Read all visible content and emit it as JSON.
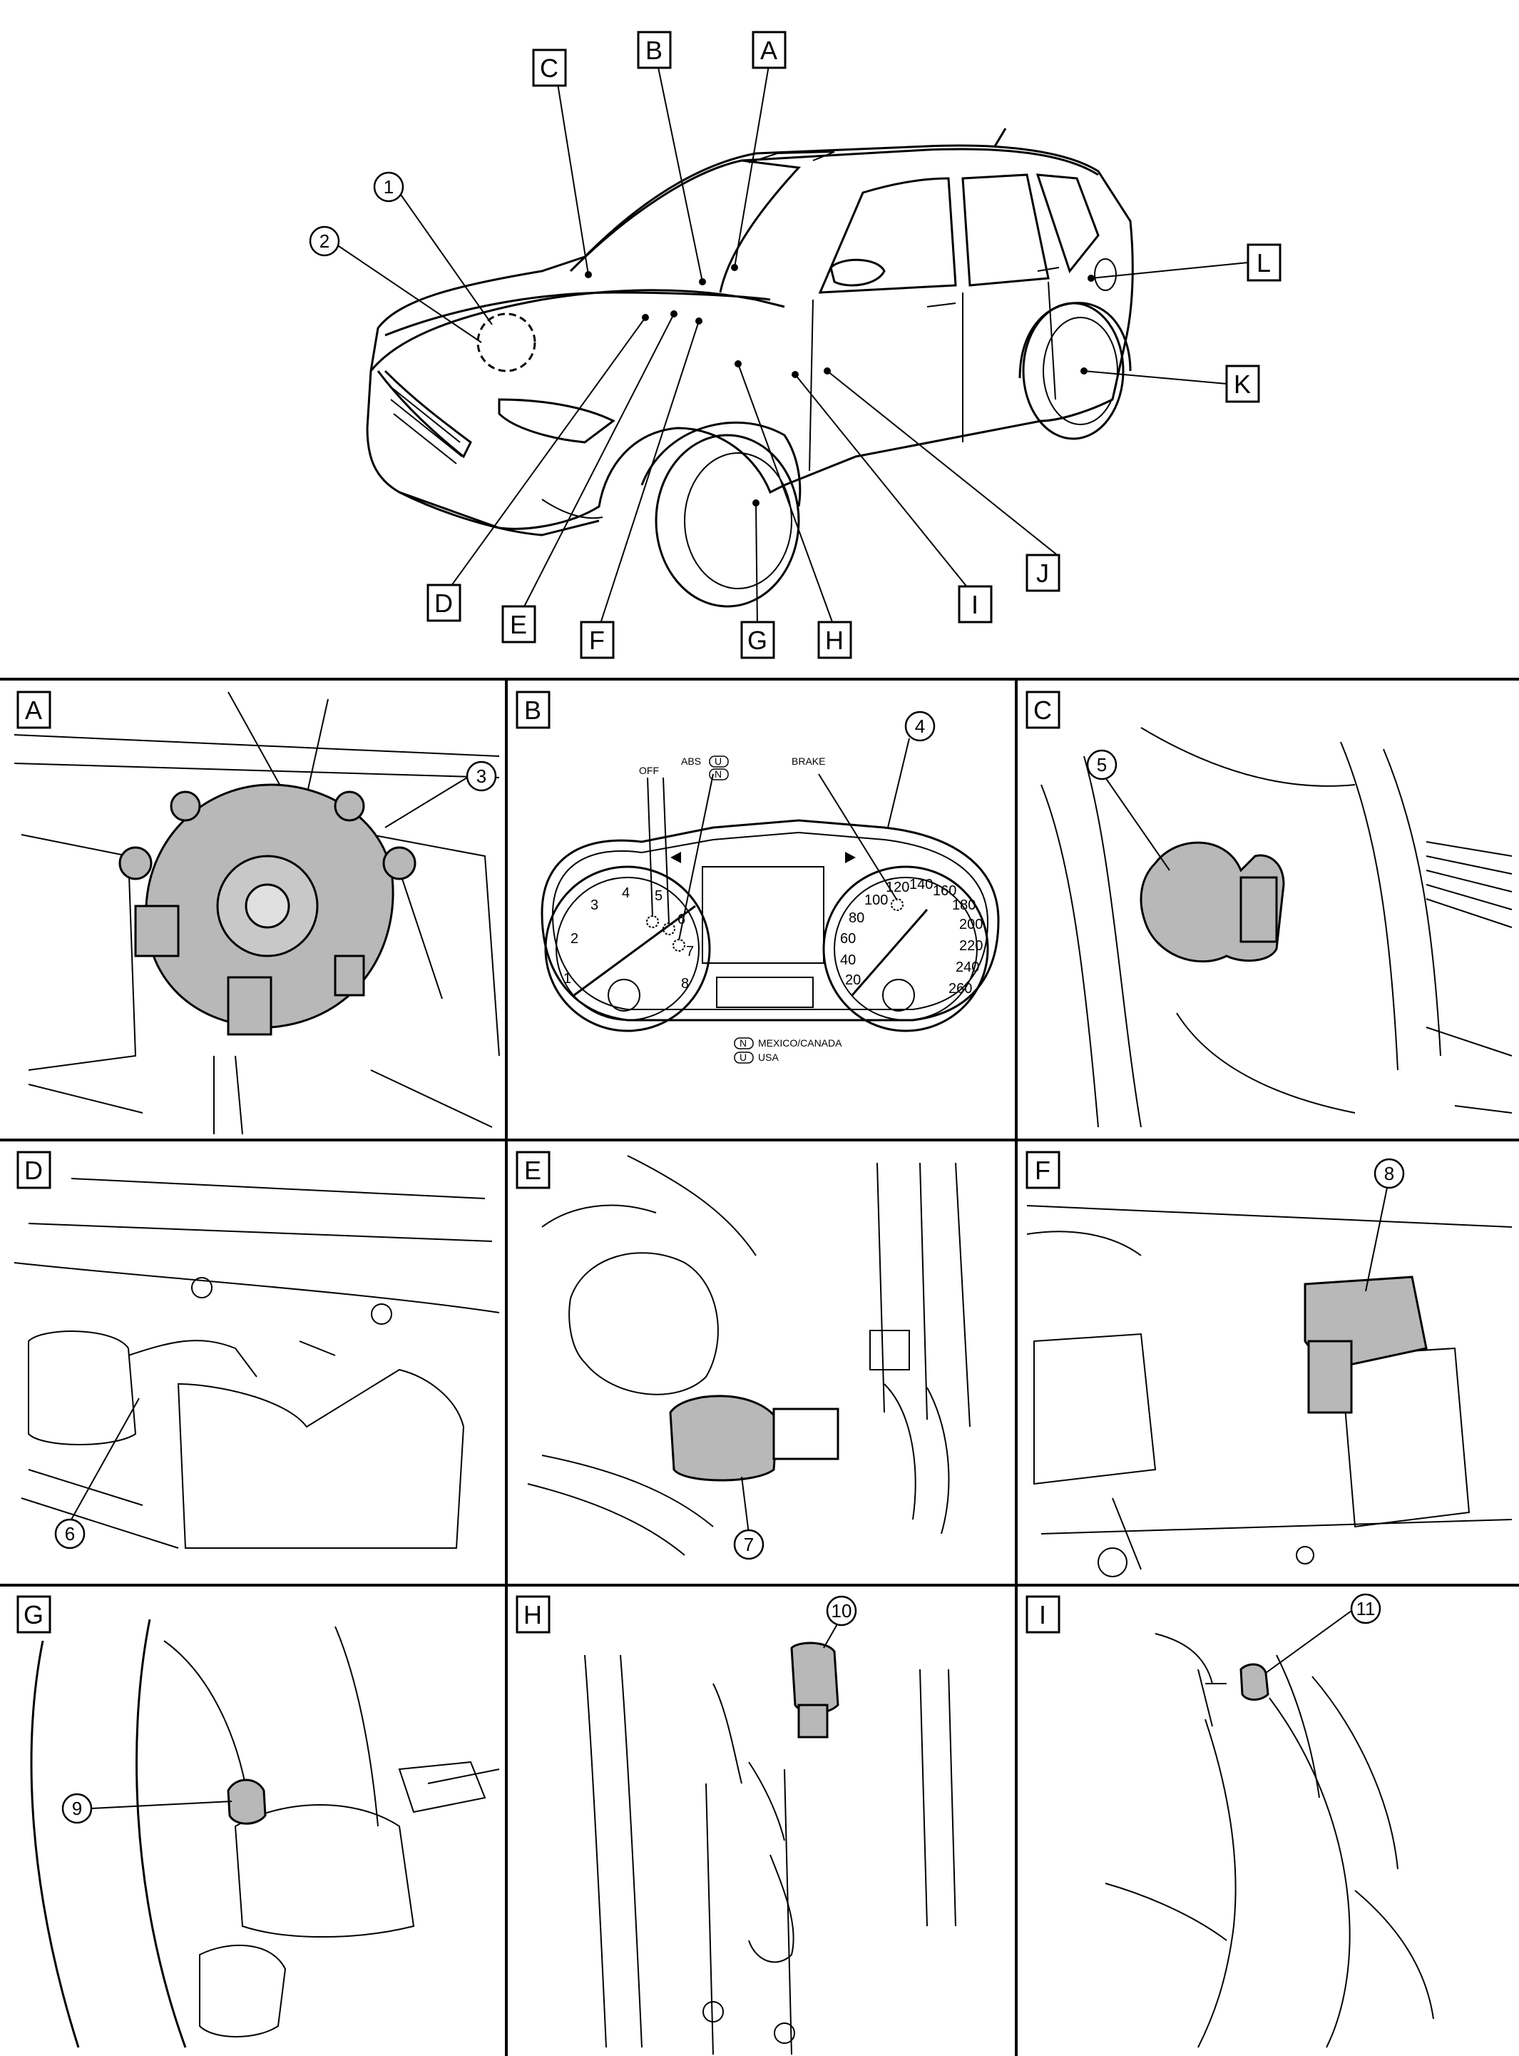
{
  "overview": {
    "location_letters": [
      "A",
      "B",
      "C",
      "D",
      "E",
      "F",
      "G",
      "H",
      "I",
      "J",
      "K",
      "L"
    ],
    "callouts": [
      "1",
      "2"
    ]
  },
  "panels": [
    {
      "letter": "A",
      "callouts": [
        "3"
      ]
    },
    {
      "letter": "B",
      "callouts": [
        "4"
      ],
      "cluster": {
        "indicator_labels": [
          "OFF",
          "ABS",
          "BRAKE"
        ],
        "region_codes": [
          "U",
          "N"
        ],
        "tach_numbers": [
          "1",
          "2",
          "3",
          "4",
          "5",
          "6",
          "7",
          "8"
        ],
        "speed_numbers": [
          "20",
          "40",
          "60",
          "80",
          "100",
          "120",
          "140",
          "160",
          "180",
          "200",
          "220",
          "240",
          "260"
        ],
        "legend": [
          {
            "code": "N",
            "text": "MEXICO/CANADA"
          },
          {
            "code": "U",
            "text": "USA"
          }
        ]
      }
    },
    {
      "letter": "C",
      "callouts": [
        "5"
      ]
    },
    {
      "letter": "D",
      "callouts": [
        "6"
      ]
    },
    {
      "letter": "E",
      "callouts": [
        "7"
      ]
    },
    {
      "letter": "F",
      "callouts": [
        "8"
      ]
    },
    {
      "letter": "G",
      "callouts": [
        "9"
      ]
    },
    {
      "letter": "H",
      "callouts": [
        "10"
      ]
    },
    {
      "letter": "I",
      "callouts": [
        "11"
      ]
    }
  ]
}
